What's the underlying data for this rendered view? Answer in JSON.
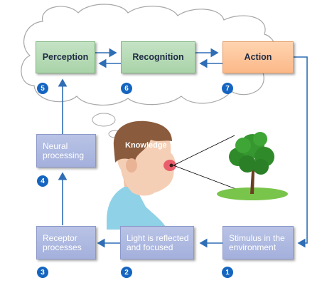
{
  "boxes": {
    "perception": "Perception",
    "recognition": "Recognition",
    "action": "Action",
    "neural": [
      "Neural",
      "processing"
    ],
    "receptor": [
      "Receptor",
      "processes"
    ],
    "light": [
      "Light is reflected",
      "and focused"
    ],
    "stimulus": [
      "Stimulus in the",
      "environment"
    ]
  },
  "badges": {
    "b1": "1",
    "b2": "2",
    "b3": "3",
    "b4": "4",
    "b5": "5",
    "b6": "6",
    "b7": "7"
  },
  "knowledge_label": "Knowledge",
  "colors": {
    "arrow": "#2f6db5",
    "badge": "#1565c0",
    "blue_box": "#a9b4de",
    "green_box": "#b3d8b3",
    "orange_box": "#fcc39a"
  },
  "icons": [
    "thought-cloud-icon",
    "head-icon",
    "eye-icon",
    "tree-icon"
  ]
}
